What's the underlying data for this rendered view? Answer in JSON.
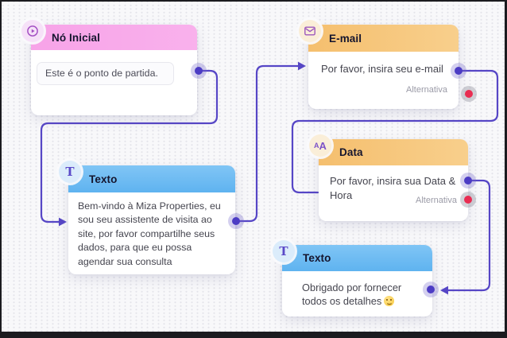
{
  "canvas": {
    "background_color": "#F8F8FA",
    "dot_pattern_color": "#E4E4EA",
    "frame_border_color": "#1B1B1F",
    "connector_color": "#5646C6",
    "output_port_color": "#4C3CC4",
    "alternative_port_color": "#E92D52"
  },
  "nodes": {
    "start": {
      "title": "Nó Inicial",
      "icon": "play-circle-icon",
      "header_color": "#F8A7EA",
      "input_value": "Este é o ponto de partida."
    },
    "email": {
      "title": "E-mail",
      "icon": "envelope-icon",
      "header_color": "#F6C477",
      "prompt": "Por favor, insira seu e-mail",
      "alternative_label": "Alternativa"
    },
    "date": {
      "title": "Data",
      "icon": "font-size-icon",
      "header_color": "#F6C477",
      "prompt_lines": [
        "Por favor, insira sua Data &",
        "Hora"
      ],
      "alternative_label": "Alternativa"
    },
    "text_welcome": {
      "title": "Texto",
      "icon": "text-icon",
      "header_color": "#65B7F1",
      "message_lines": [
        "Bem-vindo à Miza Properties, eu",
        "sou seu assistente de visita ao",
        "site, por favor compartilhe seus",
        "dados, para que eu possa",
        "agendar sua consulta"
      ]
    },
    "text_thanks": {
      "title": "Texto",
      "icon": "text-icon",
      "header_color": "#65B7F1",
      "message_lines": [
        "Obrigado por fornecer",
        "todos os detalhes"
      ],
      "emoji": "😊"
    }
  }
}
